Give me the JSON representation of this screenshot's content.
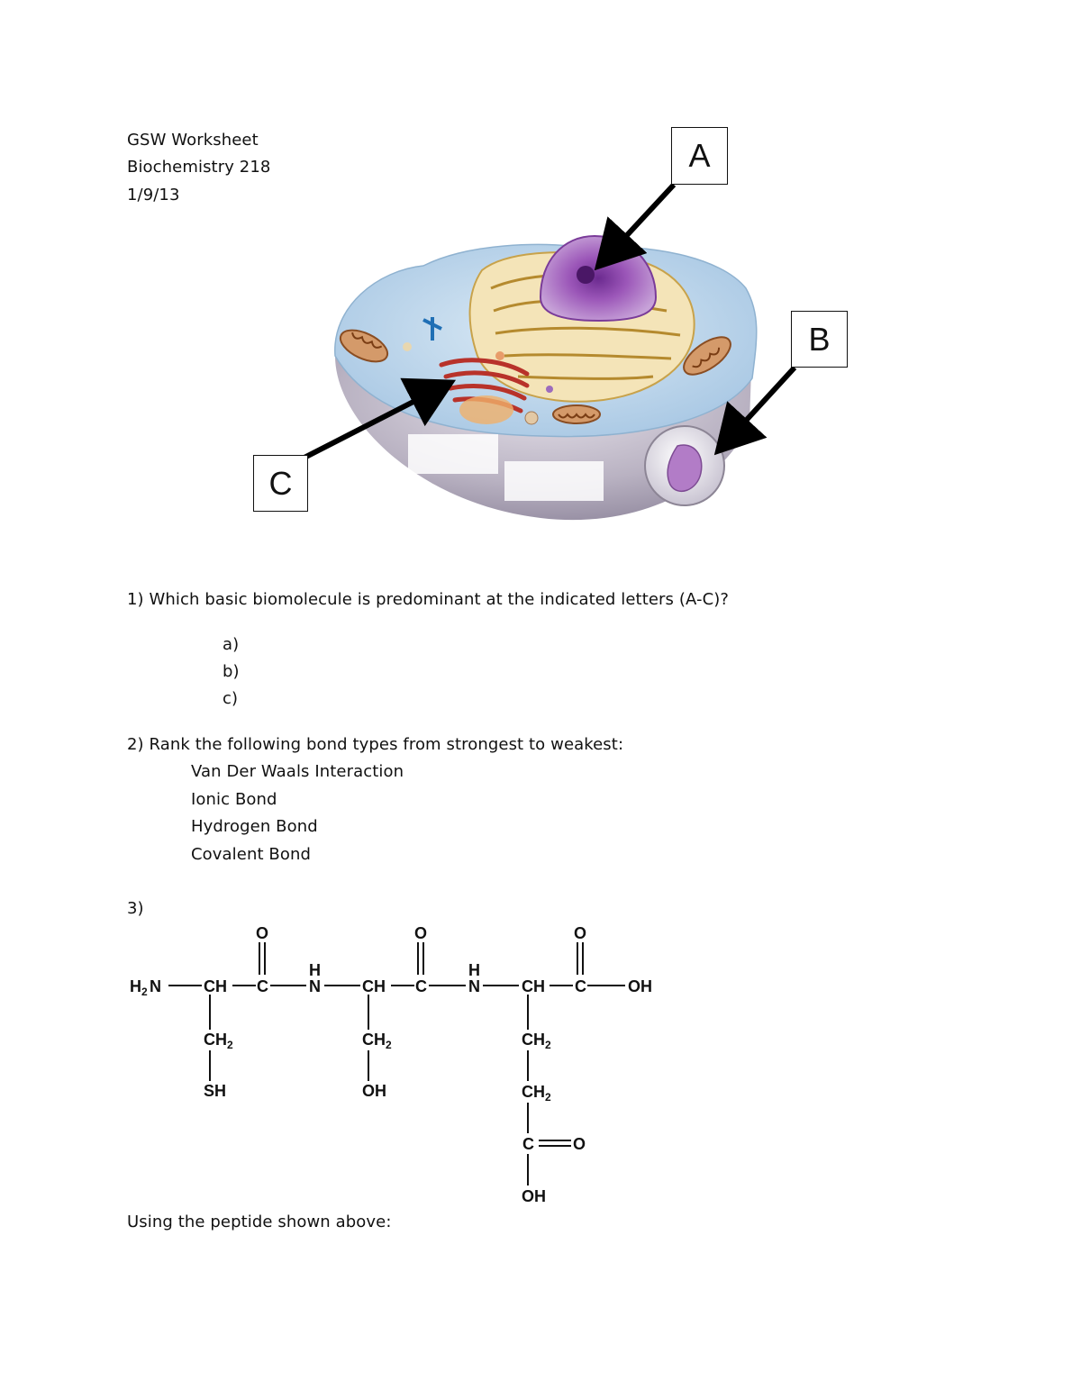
{
  "header": {
    "title": "GSW Worksheet",
    "course": "Biochemistry 218",
    "date": "1/9/13"
  },
  "figure": {
    "labels": {
      "a": "A",
      "b": "B",
      "c": "C"
    }
  },
  "question1": {
    "prompt": "1) Which basic biomolecule is predominant at the indicated letters (A-C)?",
    "answers": [
      "a)",
      "b)",
      "c)"
    ]
  },
  "question2": {
    "prompt": "2) Rank the following bond types from strongest to weakest:",
    "items": [
      "Van Der Waals Interaction",
      "Ionic Bond",
      "Hydrogen Bond",
      "Covalent Bond"
    ]
  },
  "question3": {
    "number": "3)",
    "structure": {
      "n_terminus": "H",
      "n_terminus_sub": "2",
      "n_terminus_atom": "N",
      "ch": "CH",
      "carbonyl_c": "C",
      "oxygen": "O",
      "amide_h": "H",
      "amide_n": "N",
      "c_terminus": "OH",
      "ch2": "CH",
      "ch2_sub": "2",
      "sh": "SH",
      "oh": "OH"
    },
    "followup": "Using the peptide shown above:"
  }
}
